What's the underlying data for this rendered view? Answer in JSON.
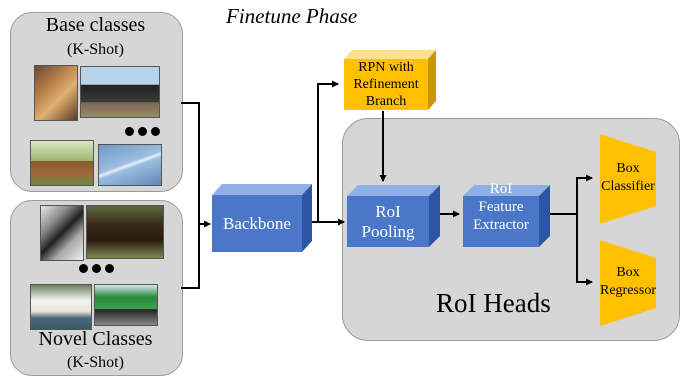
{
  "title": "Finetune Phase",
  "base_panel": {
    "label": "Base classes",
    "sublabel": "(K-Shot)"
  },
  "novel_panel": {
    "label": "Novel Classes",
    "sublabel": "(K-Shot)"
  },
  "backbone": {
    "label": "Backbone"
  },
  "rpn": {
    "line1": "RPN with",
    "line2": "Refinement",
    "line3": "Branch"
  },
  "roi_heads": {
    "label": "RoI Heads"
  },
  "roi_pooling": {
    "line1": "RoI",
    "line2": "Pooling"
  },
  "roi_feature": {
    "line1": "RoI",
    "line2": "Feature",
    "line3": "Extractor"
  },
  "box_classifier": {
    "line1": "Box",
    "line2": "Classifier"
  },
  "box_regressor": {
    "line1": "Box",
    "line2": "Regressor"
  },
  "images": {
    "base": [
      "cat-photo",
      "locomotive-photo",
      "horse-rider-photo",
      "airplane-photo"
    ],
    "novel": [
      "motorcycle-photo",
      "cow-photo",
      "pelican-photo",
      "bus-photo"
    ]
  },
  "colors": {
    "panel": "#d6d6d6",
    "block_front": "#4a77c8",
    "block_top": "#8fb0e6",
    "block_side": "#2c56a3",
    "rpn_front": "#ffc000",
    "rpn_top": "#ffe18a",
    "rpn_side": "#c99700",
    "trap": "#ffc000"
  }
}
